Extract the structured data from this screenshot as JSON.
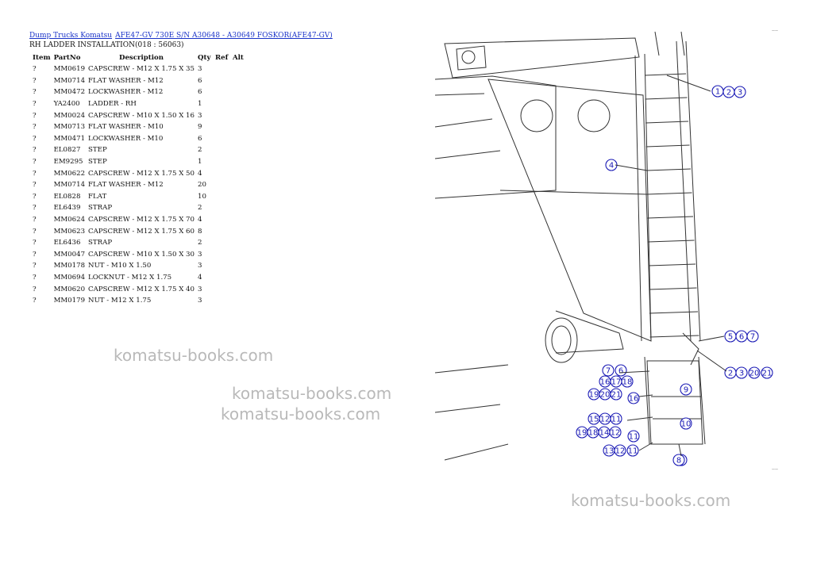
{
  "breadcrumb": {
    "link1": "Dump Trucks Komatsu",
    "link2": "AFE47-GV 730E S/N A30648 - A30649 FOSKOR(AFE47-GV)"
  },
  "subtitle": "RH LADDER INSTALLATION(018 : 56063)",
  "table": {
    "headers": [
      "Item",
      "PartNo",
      "Description",
      "Qty",
      "Ref",
      "Alt"
    ],
    "rows": [
      [
        "?",
        "MM0619",
        "CAPSCREW - M12 X 1.75 X 35",
        "3"
      ],
      [
        "?",
        "MM0714",
        "FLAT WASHER - M12",
        "6"
      ],
      [
        "?",
        "MM0472",
        "LOCKWASHER - M12",
        "6"
      ],
      [
        "?",
        "YA2400",
        "LADDER - RH",
        "1"
      ],
      [
        "?",
        "MM0024",
        "CAPSCREW - M10 X 1.50 X 16",
        "3"
      ],
      [
        "?",
        "MM0713",
        "FLAT WASHER - M10",
        "9"
      ],
      [
        "?",
        "MM0471",
        "LOCKWASHER - M10",
        "6"
      ],
      [
        "?",
        "EL0827",
        "STEP",
        "2"
      ],
      [
        "?",
        "EM9295",
        "STEP",
        "1"
      ],
      [
        "?",
        "MM0622",
        "CAPSCREW - M12 X 1.75 X 50",
        "4"
      ],
      [
        "?",
        "MM0714",
        "FLAT WASHER - M12",
        "20"
      ],
      [
        "?",
        "EL0828",
        "FLAT",
        "10"
      ],
      [
        "?",
        "EL6439",
        "STRAP",
        "2"
      ],
      [
        "?",
        "MM0624",
        "CAPSCREW - M12 X 1.75 X 70",
        "4"
      ],
      [
        "?",
        "MM0623",
        "CAPSCREW - M12 X 1.75 X 60",
        "8"
      ],
      [
        "?",
        "EL6436",
        "STRAP",
        "2"
      ],
      [
        "?",
        "MM0047",
        "CAPSCREW - M10 X 1.50 X 30",
        "3"
      ],
      [
        "?",
        "MM0178",
        "NUT - M10 X 1.50",
        "3"
      ],
      [
        "?",
        "MM0694",
        "LOCKNUT - M12 X 1.75",
        "4"
      ],
      [
        "?",
        "MM0620",
        "CAPSCREW - M12 X 1.75 X 40",
        "3"
      ],
      [
        "?",
        "MM0179",
        "NUT - M12 X 1.75",
        "3"
      ]
    ]
  },
  "watermarks": [
    "komatsu-books.com",
    "komatsu-books.com",
    "komatsu-books.com",
    "komatsu-books.com"
  ],
  "diagram": {
    "callouts": [
      "1",
      "2",
      "3",
      "4",
      "5",
      "6",
      "7",
      "2",
      "3",
      "20",
      "21",
      "7",
      "6",
      "16",
      "17",
      "18",
      "19",
      "20",
      "21",
      "16",
      "15",
      "12",
      "11",
      "9",
      "19",
      "18",
      "14",
      "12",
      "11",
      "13",
      "12",
      "11",
      "10",
      "9",
      "8"
    ]
  }
}
